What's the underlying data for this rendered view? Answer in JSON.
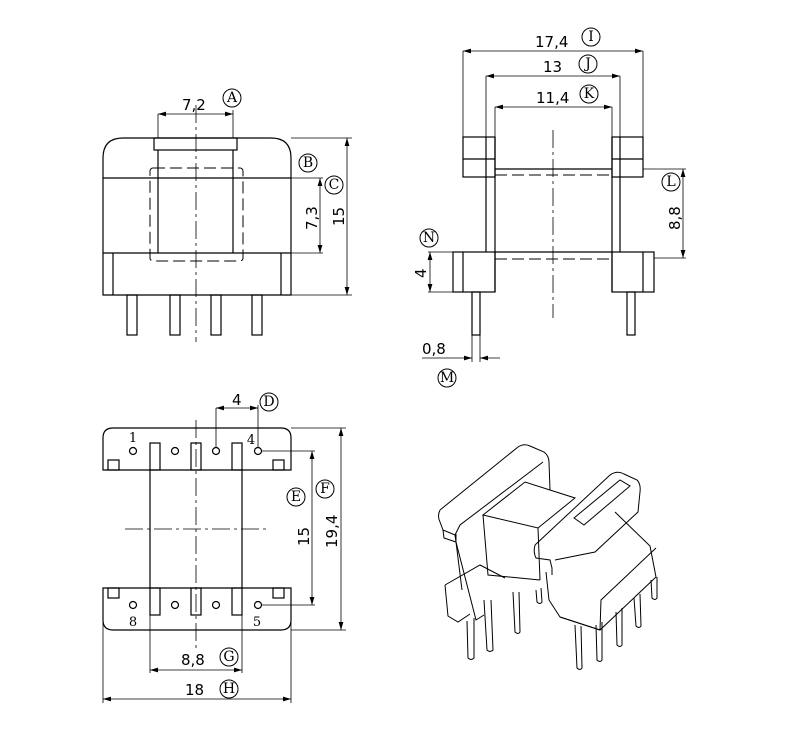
{
  "drawing": {
    "front_view": {
      "dims": [
        {
          "id": "A",
          "value": "7,2"
        },
        {
          "id": "B",
          "value": ""
        },
        {
          "id": "C",
          "value": "7,3"
        },
        {
          "id": "C2",
          "value": "15"
        }
      ],
      "labels": {
        "A": "A",
        "B": "B",
        "C": "C"
      }
    },
    "side_view": {
      "dims": {
        "I": "17,4",
        "J": "13",
        "K": "11,4",
        "L": "8,8",
        "N": "4",
        "M": "0,8"
      },
      "labels": {
        "I": "I",
        "J": "J",
        "K": "K",
        "L": "L",
        "N": "N",
        "M": "M"
      }
    },
    "top_view": {
      "dims": {
        "D": "4",
        "E": "15",
        "F": "19,4",
        "G": "8,8",
        "H": "18"
      },
      "labels": {
        "D": "D",
        "E": "E",
        "F": "F",
        "G": "G",
        "H": "H"
      },
      "pins": [
        "1",
        "4",
        "8",
        "5"
      ]
    }
  }
}
